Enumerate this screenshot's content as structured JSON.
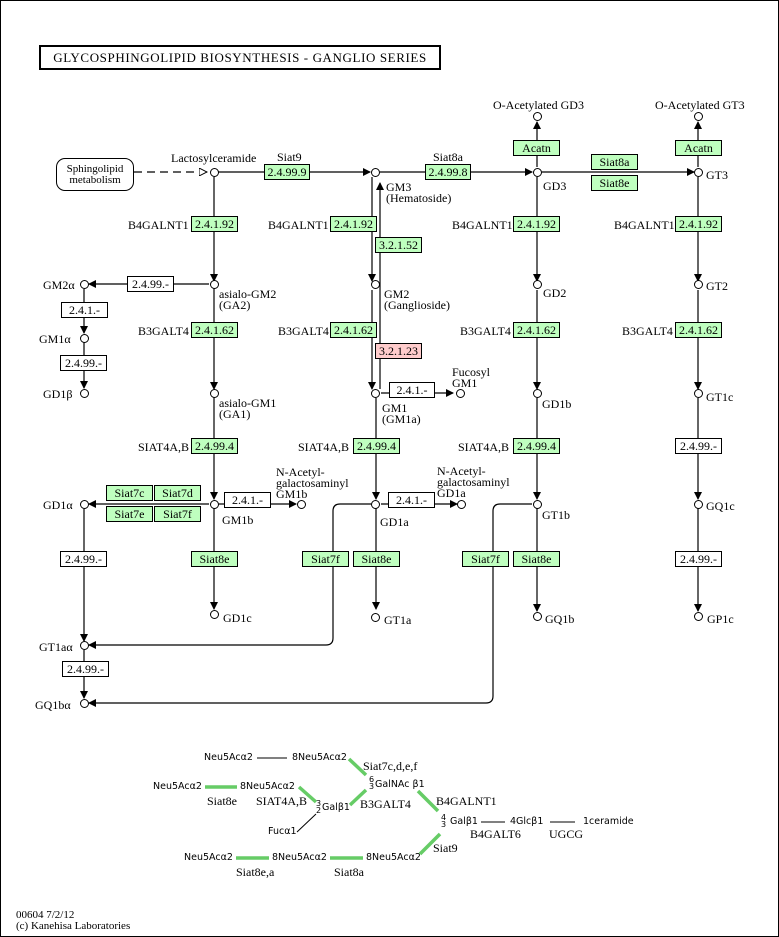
{
  "title": "GLYCOSPHINGOLIPID BIOSYNTHESIS  -  GANGLIO SERIES",
  "map_link": "Sphingolipid\nmetabolism",
  "compounds": {
    "lactosylceramide": "Lactosylceramide",
    "gm3": "GM3\n(Hematoside)",
    "gd3": "GD3",
    "gt3": "GT3",
    "o_acetylated_gd3": "O-Acetylated GD3",
    "o_acetylated_gt3": "O-Acetylated GT3",
    "asialo_gm2": "asialo-GM2\n(GA2)",
    "gm2": "GM2\n(Ganglioside)",
    "gd2": "GD2",
    "gt2": "GT2",
    "gm2a": "GM2α",
    "gm1a_alpha": "GM1α",
    "gd1b_beta": "GD1β",
    "asialo_gm1": "asialo-GM1\n(GA1)",
    "gm1": "GM1\n(GM1a)",
    "fucosyl_gm1": "Fucosyl\nGM1",
    "gd1b": "GD1b",
    "gt1c": "GT1c",
    "gd1a_alpha": "GD1α",
    "gm1b": "GM1b",
    "nacetyl_gm1b": "N-Acetyl-\ngalactosaminyl\nGM1b",
    "gd1a": "GD1a",
    "nacetyl_gd1a": "N-Acetyl-\ngalactosaminyl\nGD1a",
    "gt1b": "GT1b",
    "gq1c": "GQ1c",
    "gd1c": "GD1c",
    "gt1a": "GT1a",
    "gq1b": "GQ1b",
    "gp1c": "GP1c",
    "gt1a_alpha": "GT1aα",
    "gq1b_alpha": "GQ1bα"
  },
  "gene_labels": {
    "siat9": "Siat9",
    "siat8a": "Siat8a",
    "b4galnt1_1": "B4GALNT1",
    "b4galnt1_2": "B4GALNT1",
    "b4galnt1_3": "B4GALNT1",
    "b4galnt1_4": "B4GALNT1",
    "b3galt4_1": "B3GALT4",
    "b3galt4_2": "B3GALT4",
    "b3galt4_3": "B3GALT4",
    "b3galt4_4": "B3GALT4",
    "siat4ab_1": "SIAT4A,B",
    "siat4ab_2": "SIAT4A,B",
    "siat4ab_3": "SIAT4A,B"
  },
  "enzymes": {
    "e_2_4_99_9": "2.4.99.9",
    "e_2_4_99_8": "2.4.99.8",
    "acatn_gd3": "Acatn",
    "acatn_gt3": "Acatn",
    "siat8a_gt3": "Siat8a",
    "siat8e_gt3": "Siat8e",
    "b4_o": "2.4.1.92",
    "b4_a": "2.4.1.92",
    "b4_b": "2.4.1.92",
    "b4_c": "2.4.1.92",
    "e_3_2_1_52": "3.2.1.52",
    "e_3_2_1_23": "3.2.1.23",
    "b3_o": "2.4.1.62",
    "b3_a": "2.4.1.62",
    "b3_b": "2.4.1.62",
    "b3_c": "2.4.1.62",
    "e_2_4_99_gm2a": "2.4.99.-",
    "e_2_4_1_gm1a": "2.4.1.-",
    "e_2_4_99_gd1b": "2.4.99.-",
    "s4_o": "2.4.99.4",
    "s4_a": "2.4.99.4",
    "s4_b": "2.4.99.4",
    "e_2_4_1_fuc": "2.4.1.-",
    "siat7c": "Siat7c",
    "siat7d": "Siat7d",
    "siat7e": "Siat7e",
    "siat7f": "Siat7f",
    "e_2_4_1_gm1b": "2.4.1.-",
    "e_2_4_1_gd1a": "2.4.1.-",
    "siat8e_o": "Siat8e",
    "siat7f_a": "Siat7f",
    "siat8e_a": "Siat8e",
    "siat7f_b": "Siat7f",
    "siat8e_b": "Siat8e",
    "e_2_4_99_gt1a": "2.4.99.-",
    "e_2_4_99_gd1a_alpha": "2.4.99.-",
    "e_2_4_99_gq1c": "2.4.99.-",
    "e_2_4_99_gp1c": "2.4.99.-"
  },
  "schematic": {
    "row1_a": "Neu5Acα2",
    "row1_b": "8Neu5Acα2",
    "siat7": "Siat7c,d,e,f",
    "galnac": "GalNAc β1",
    "galnac_pos": "6\n3",
    "row2_a": "Neu5Acα2",
    "row2_b": "8Neu5Acα2",
    "siat8e": "Siat8e",
    "siat4ab": "SIAT4A,B",
    "gal1_pos": "3\n2",
    "gal1": "Galβ1",
    "b3galt4": "B3GALT4",
    "b4galnt1": "B4GALNT1",
    "fuc": "Fucα1",
    "gal2_pos": "4\n3",
    "gal2": "Galβ1",
    "glc": "4Glcβ1",
    "ceramide": "1ceramide",
    "b4galt6": "B4GALT6",
    "ugcg": "UGCG",
    "siat9": "Siat9",
    "row3_a": "Neu5Acα2",
    "row3_b": "8Neu5Acα2",
    "row3_c": "8Neu5Acα2",
    "siat8ea": "Siat8e,a",
    "siat8a": "Siat8a"
  },
  "colors": {
    "found_enzyme": "#bfffbf",
    "highlight_enzyme": "#ffcccc",
    "link_green": "#66cc66"
  },
  "footer": {
    "map_id": "00604 7/2/12",
    "copyright": "(c) Kanehisa Laboratories"
  }
}
